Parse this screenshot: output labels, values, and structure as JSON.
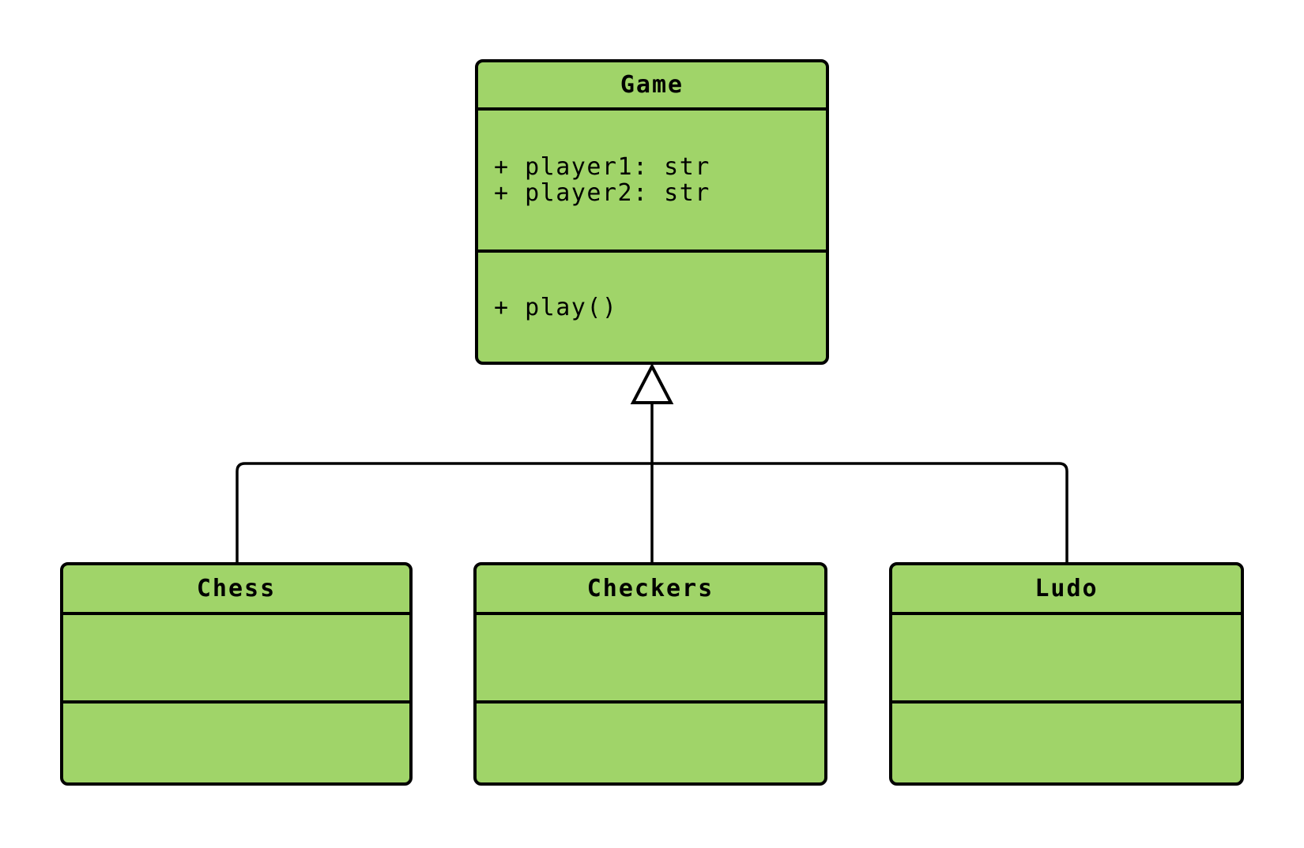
{
  "diagram": {
    "type": "UML class diagram",
    "background": "#ffffff",
    "node_fill": "#a0d469",
    "node_border": "#000000",
    "connector_color": "#000000",
    "relationship": {
      "type": "inheritance",
      "notation": "hollow-triangle",
      "parent": "Game",
      "children": [
        "Chess",
        "Checkers",
        "Ludo"
      ]
    },
    "classes": [
      {
        "name": "Game",
        "attributes": [
          "+ player1: str",
          "+ player2: str"
        ],
        "methods": [
          "+ play()"
        ]
      },
      {
        "name": "Chess",
        "attributes": [],
        "methods": []
      },
      {
        "name": "Checkers",
        "attributes": [],
        "methods": []
      },
      {
        "name": "Ludo",
        "attributes": [],
        "methods": []
      }
    ]
  }
}
